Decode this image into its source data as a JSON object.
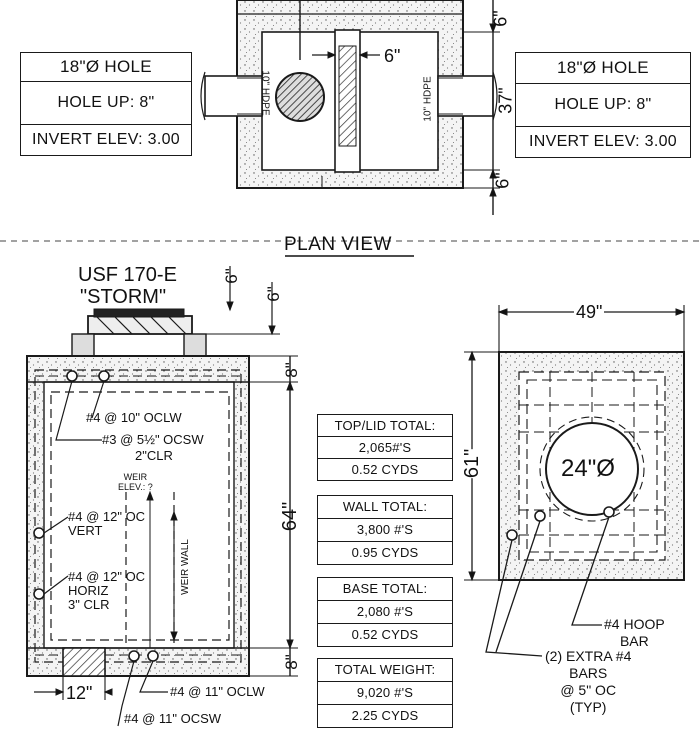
{
  "hole_callout_left": {
    "size": "18\"Ø HOLE",
    "hole_up": "HOLE UP: 8\"",
    "invert": "INVERT ELEV: 3.00"
  },
  "hole_callout_right": {
    "size": "18\"Ø HOLE",
    "hole_up": "HOLE UP: 8\"",
    "invert": "INVERT ELEV: 3.00"
  },
  "plan_view": {
    "title": "PLAN VIEW",
    "dims": {
      "top": "6\"",
      "middle": "37\"",
      "bottom": "6\"",
      "wall_gap": "6\""
    },
    "pipe_left": "10\" HDPE",
    "pipe_right": "10\" HDPE"
  },
  "section_view": {
    "product_name": "USF 170-E",
    "product_type": "\"STORM\"",
    "dims": {
      "lid_top": "6\"",
      "lid_side": "6\"",
      "top_slab": "8\"",
      "height": "64\"",
      "base": "8\"",
      "weir_gap": "12\""
    },
    "notes": {
      "oclw_top": "#4 @ 10\" OCLW",
      "ocsw_top": "#3 @ 5½\" OCSW",
      "clr_top": "2\"CLR",
      "weir_elev": "WEIR\nELEV.: ?",
      "vert": "#4 @ 12\" OC\nVERT",
      "horiz": "#4 @ 12\" OC\nHORIZ\n3\" CLR",
      "weir_wall": "WEIR WALL",
      "oclw_bottom": "#4 @ 11\" OCLW",
      "ocsw_bottom": "#4 @ 11\" OCSW"
    }
  },
  "totals": [
    {
      "title": "TOP/LID TOTAL:",
      "weight": "2,065#'S",
      "volume": "0.52 CYDS"
    },
    {
      "title": "WALL TOTAL:",
      "weight": "3,800 #'S",
      "volume": "0.95 CYDS"
    },
    {
      "title": "BASE TOTAL:",
      "weight": "2,080 #'S",
      "volume": "0.52 CYDS"
    },
    {
      "title": "TOTAL WEIGHT:",
      "weight": "9,020 #'S",
      "volume": "2.25 CYDS"
    }
  ],
  "top_view": {
    "width": "49\"",
    "depth": "61\"",
    "opening": "24\"Ø",
    "hoop": "#4 HOOP\nBAR",
    "extra": "(2) EXTRA #4\nBARS\n@ 5\" OC\n(TYP)"
  }
}
